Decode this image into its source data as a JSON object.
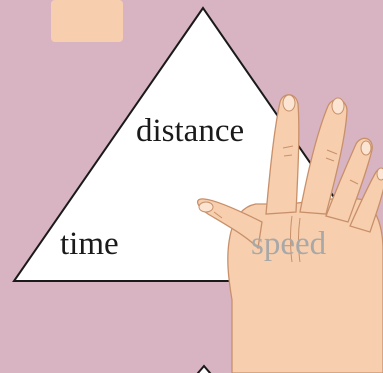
{
  "colors": {
    "background": "#d8b4c3",
    "triangle_fill": "#ffffff",
    "triangle_stroke": "#1a1a1a",
    "text": "#1a1a1a",
    "covered_text": "#a8a8a8",
    "skin": "#f7cfae",
    "skin_outline": "#c8906a",
    "nail": "#fbe4d2"
  },
  "triangle": {
    "top_label": "distance",
    "left_label": "time",
    "right_label": "speed"
  }
}
